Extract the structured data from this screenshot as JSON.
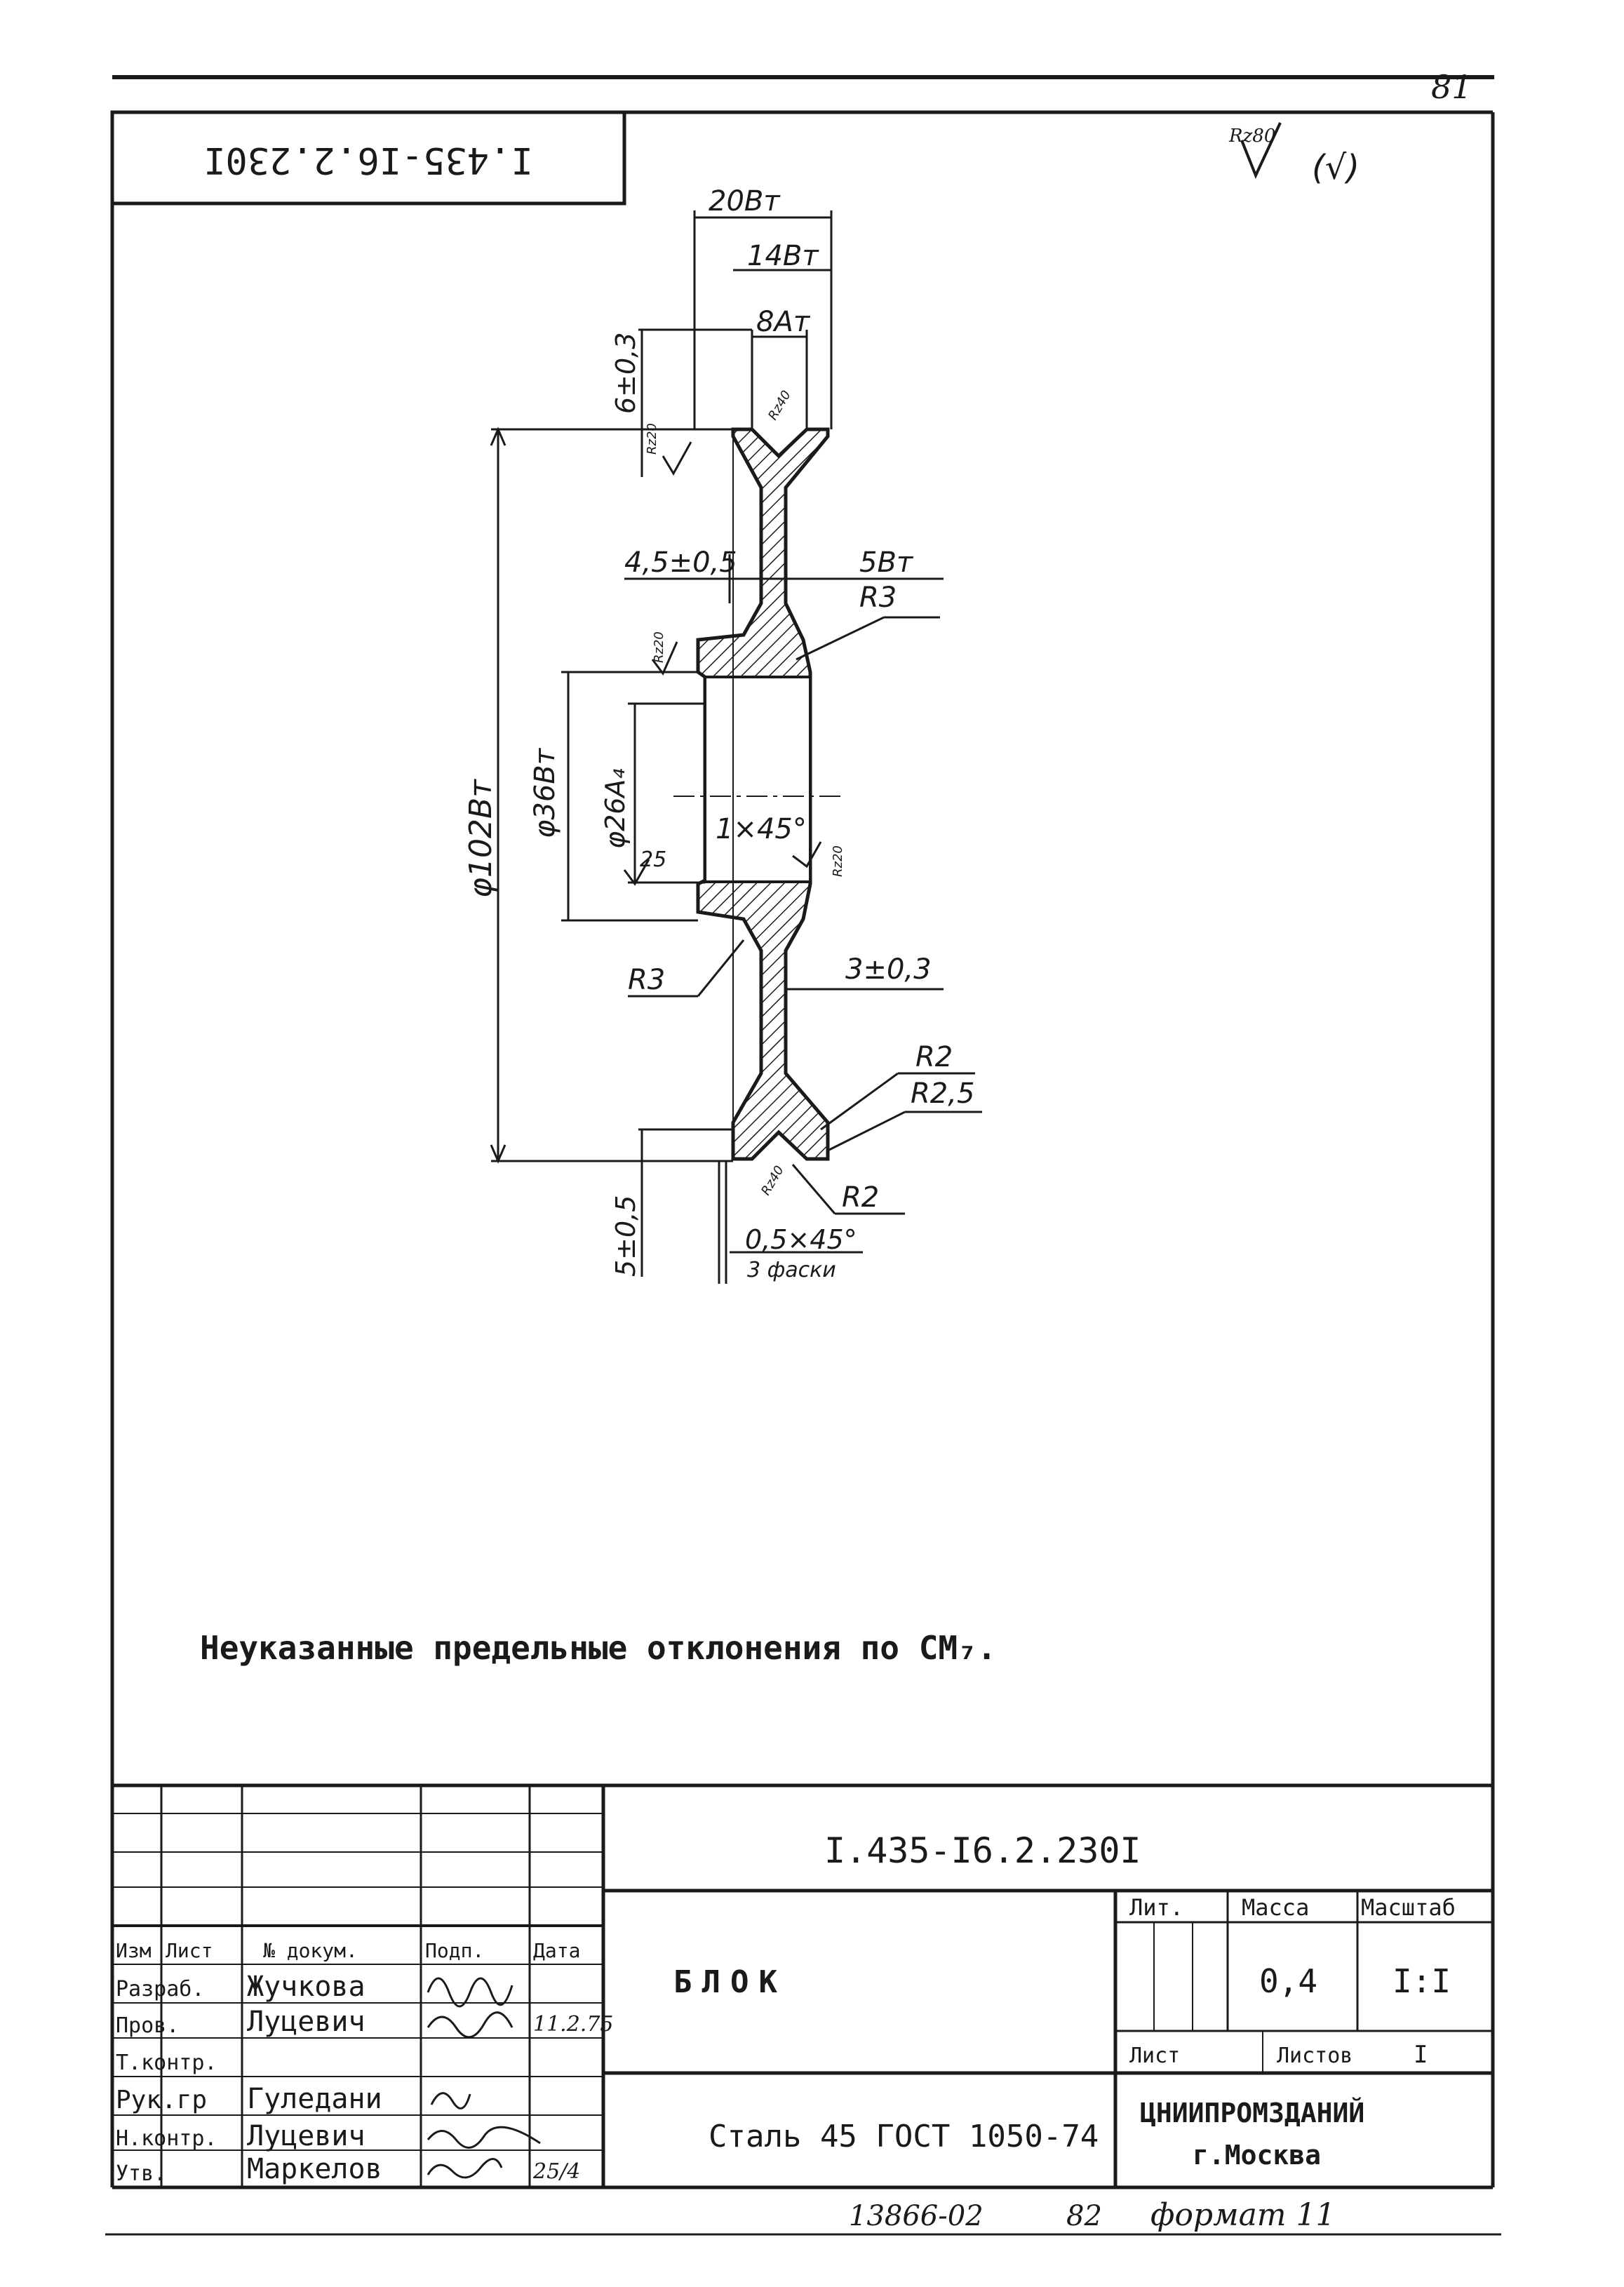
{
  "sheet_number": "81",
  "stamp_rotated": "I.435-I6.2.230I",
  "roughness": {
    "param": "Rz80",
    "bracket": "(√)"
  },
  "dimensions": {
    "d20": "20Bт",
    "d14": "14Bт",
    "d8": "8Aт",
    "d6": "6±0,3",
    "d45": "4,5±0,5",
    "d5": "5Bт",
    "r3_top": "R3",
    "d102": "φ102Bт",
    "d36": "φ36Bт",
    "d26": "φ26A₄",
    "chamfer": "1×45°",
    "r25_small": "25",
    "r3_bottom": "R3",
    "d3": "3±0,3",
    "r2a": "R2",
    "r25": "R2,5",
    "r2b": "R2",
    "d5b": "5±0,5",
    "chamfer2": "0,5×45°",
    "chamfer2_note": "3 фаски",
    "rough_a": "Rz20",
    "rough_b": "Rz40",
    "rough_c": "Rz20",
    "rough_d": "Rz20",
    "rough_e": "Rz40"
  },
  "note": "Неуказанные предельные отклонения по СМ₇.",
  "title_block": {
    "doc_code": "I.435-I6.2.230I",
    "headers": {
      "izm": "Изм",
      "list": "Лист",
      "doc": "№ докум.",
      "sign": "Подп.",
      "date": "Дата"
    },
    "roles": [
      {
        "role": "Разраб.",
        "name": "Жучкова"
      },
      {
        "role": "Пров.",
        "name": "Луцевич"
      },
      {
        "role": "Т.контр.",
        "name": ""
      },
      {
        "role": "Рук.гр",
        "name": "Гуледани"
      },
      {
        "role": "Н.контр.",
        "name": "Луцевич"
      },
      {
        "role": "Утв.",
        "name": "Маркелов"
      }
    ],
    "date_prov": "11.2.75",
    "date_utv": "25/4",
    "title": "БЛОК",
    "lit_label": "Лит.",
    "mass_label": "Масса",
    "scale_label": "Масштаб",
    "mass_value": "0,4",
    "scale_value": "I:I",
    "sheet_label": "Лист",
    "sheets_label": "Листов",
    "sheets_value": "I",
    "material": "Сталь 45 ГОСТ 1050-74",
    "org": "ЦНИИПРОМЗДАНИЙ",
    "city": "г.Москва"
  },
  "footer": {
    "inv": "13866-02",
    "page": "82",
    "format": "формат 11"
  }
}
